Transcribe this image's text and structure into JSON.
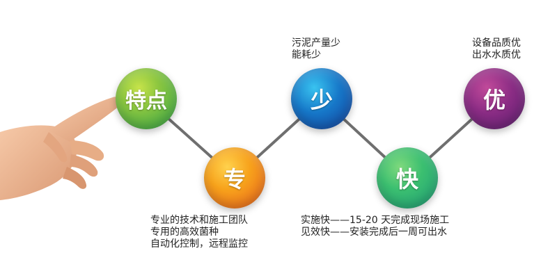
{
  "nodes": {
    "feature": "特点",
    "zhuan": "专",
    "shao": "少",
    "kuai": "快",
    "you": "优"
  },
  "notes": {
    "shao": [
      "污泥产量少",
      "能耗少"
    ],
    "you": [
      "设备品质优",
      "出水水质优"
    ],
    "zhuan": [
      "专业的技术和施工团队",
      "专用的高效菌种",
      "自动化控制，远程监控"
    ],
    "kuai": [
      "实施快——15-20 天完成现场施工",
      "见效快——安装完成后一周可出水"
    ]
  },
  "colors": {
    "feature": "#8cc63f",
    "zhuan": "#f7a21b",
    "shao": "#1677c8",
    "kuai": "#3bbf70",
    "you": "#8a2c84",
    "connector": "#6f6f6f"
  }
}
